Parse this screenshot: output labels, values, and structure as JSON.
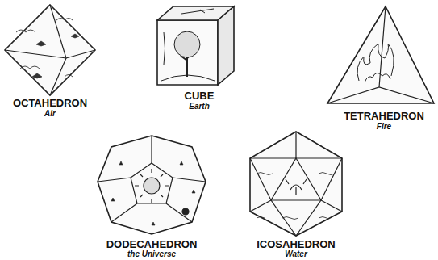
{
  "diagram": {
    "labels": [
      "OCTAHEDRON",
      "Air",
      "CUBE",
      "Earth",
      "TETRAHEDRON",
      "Fire",
      "DODECAHEDRON",
      "the Universe",
      "ICOSAHEDRON",
      "Water"
    ]
  }
}
